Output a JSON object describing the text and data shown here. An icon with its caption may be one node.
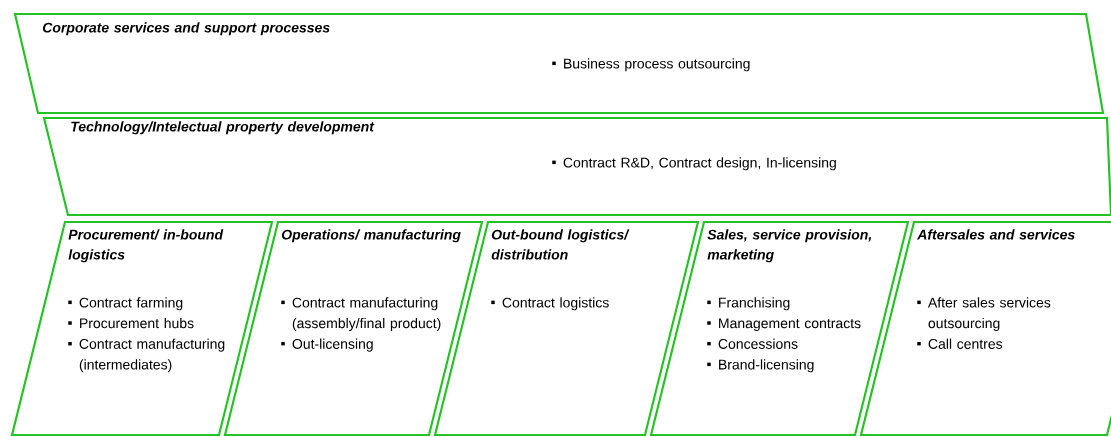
{
  "diagram": {
    "nodes": [
      {
        "text": [
          "Corporate services and support processes",
          "Business process outsourcing"
        ]
      },
      {
        "text": [
          "Technology/Intelectual property development",
          "Contract R&D, Contract design, In-licensing"
        ]
      },
      {
        "text": [
          "Procurement/ in-bound logistics",
          "Contract farming",
          "Procurement hubs",
          "Contract manufacturing (intermediates)"
        ]
      },
      {
        "text": [
          "Operations/ manufacturing",
          "Contract manufacturing (assembly/final product)",
          "Out-licensing"
        ]
      },
      {
        "text": [
          "Out-bound logistics/ distribution",
          "Contract logistics"
        ]
      },
      {
        "text": [
          "Sales, service provision, marketing",
          "Franchising",
          "Management contracts",
          "Concessions",
          "Brand-licensing"
        ]
      },
      {
        "text": [
          "Aftersales and services",
          "After sales services outsourcing",
          "Call centres"
        ]
      }
    ]
  }
}
